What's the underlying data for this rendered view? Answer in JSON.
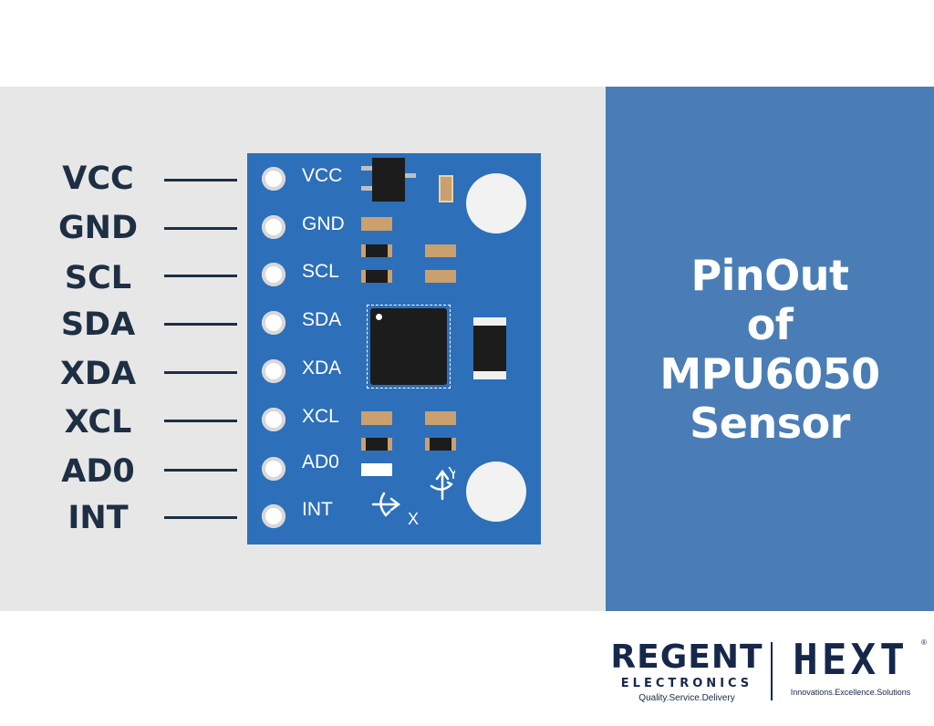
{
  "pins": [
    {
      "label": "VCC",
      "silk": "VCC"
    },
    {
      "label": "GND",
      "silk": "GND"
    },
    {
      "label": "SCL",
      "silk": "SCL"
    },
    {
      "label": "SDA",
      "silk": "SDA"
    },
    {
      "label": "XDA",
      "silk": "XDA"
    },
    {
      "label": "XCL",
      "silk": "XCL"
    },
    {
      "label": "AD0",
      "silk": "AD0"
    },
    {
      "label": "INT",
      "silk": "INT"
    }
  ],
  "panel": {
    "title": "PinOut\nof\nMPU6050\nSensor"
  },
  "axes": {
    "x": "X",
    "y": "Y"
  },
  "logo": {
    "regent": "REGENT",
    "electronics": "ELECTRONICS",
    "regent_tagline": "Quality.Service.Delivery",
    "hext": "HEXT",
    "hext_mark": "®",
    "hext_tagline": "Innovations.Excellence.Solutions"
  },
  "colors": {
    "board": "#2d6fb9",
    "panel": "#4a7db5",
    "label": "#1e2f44",
    "band": "#e7e7e7"
  }
}
